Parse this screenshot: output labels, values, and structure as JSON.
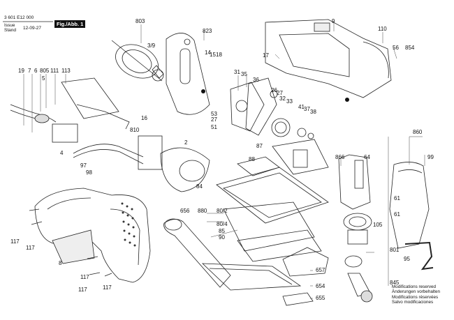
{
  "header": {
    "part_number": "3 601 E12 000",
    "issue_label": "Issue",
    "stand_label": "Stand",
    "date": "12-09-27",
    "figure_label": "Fig./Abb. 1"
  },
  "footer": [
    "Modifications reserved",
    "Änderungen vorbehalten",
    "Modifications réservées",
    "Salvo modificaciones"
  ],
  "labels": {
    "l803": "803",
    "l3_9": "3/9",
    "l823": "823",
    "l14": "14",
    "l15": "15",
    "l18": "18",
    "l9": "9",
    "l110": "110",
    "l17": "17",
    "l56": "56",
    "l854": "854",
    "l19": "19",
    "l7": "7",
    "l6": "6",
    "l805": "805",
    "l111": "111",
    "l113": "113",
    "l5": "5",
    "l31": "31",
    "l35": "35",
    "l36": "36",
    "l26": "26",
    "l27": "27",
    "l32": "32",
    "l33": "33",
    "l41": "41",
    "l37": "37",
    "l38": "38",
    "l53": "53",
    "l27b": "27",
    "l51": "51",
    "l16": "16",
    "l810": "810",
    "l2": "2",
    "l4": "4",
    "l97": "97",
    "l98": "98",
    "l87": "87",
    "l88": "88",
    "l860": "860",
    "l866": "866",
    "l64": "64",
    "l99": "99",
    "l84": "84",
    "l656": "656",
    "l880": "880",
    "l80_2": "80/2",
    "l80_4": "80/4",
    "l85": "85",
    "l90": "90",
    "l61": "61",
    "l61b": "61",
    "l105": "105",
    "l801": "801",
    "l95": "95",
    "l845": "845",
    "l657": "657",
    "l654": "654",
    "l655": "655",
    "l117a": "117",
    "l117b": "117",
    "l117c": "117",
    "l117d": "117",
    "l117e": "117",
    "l8": "8"
  }
}
